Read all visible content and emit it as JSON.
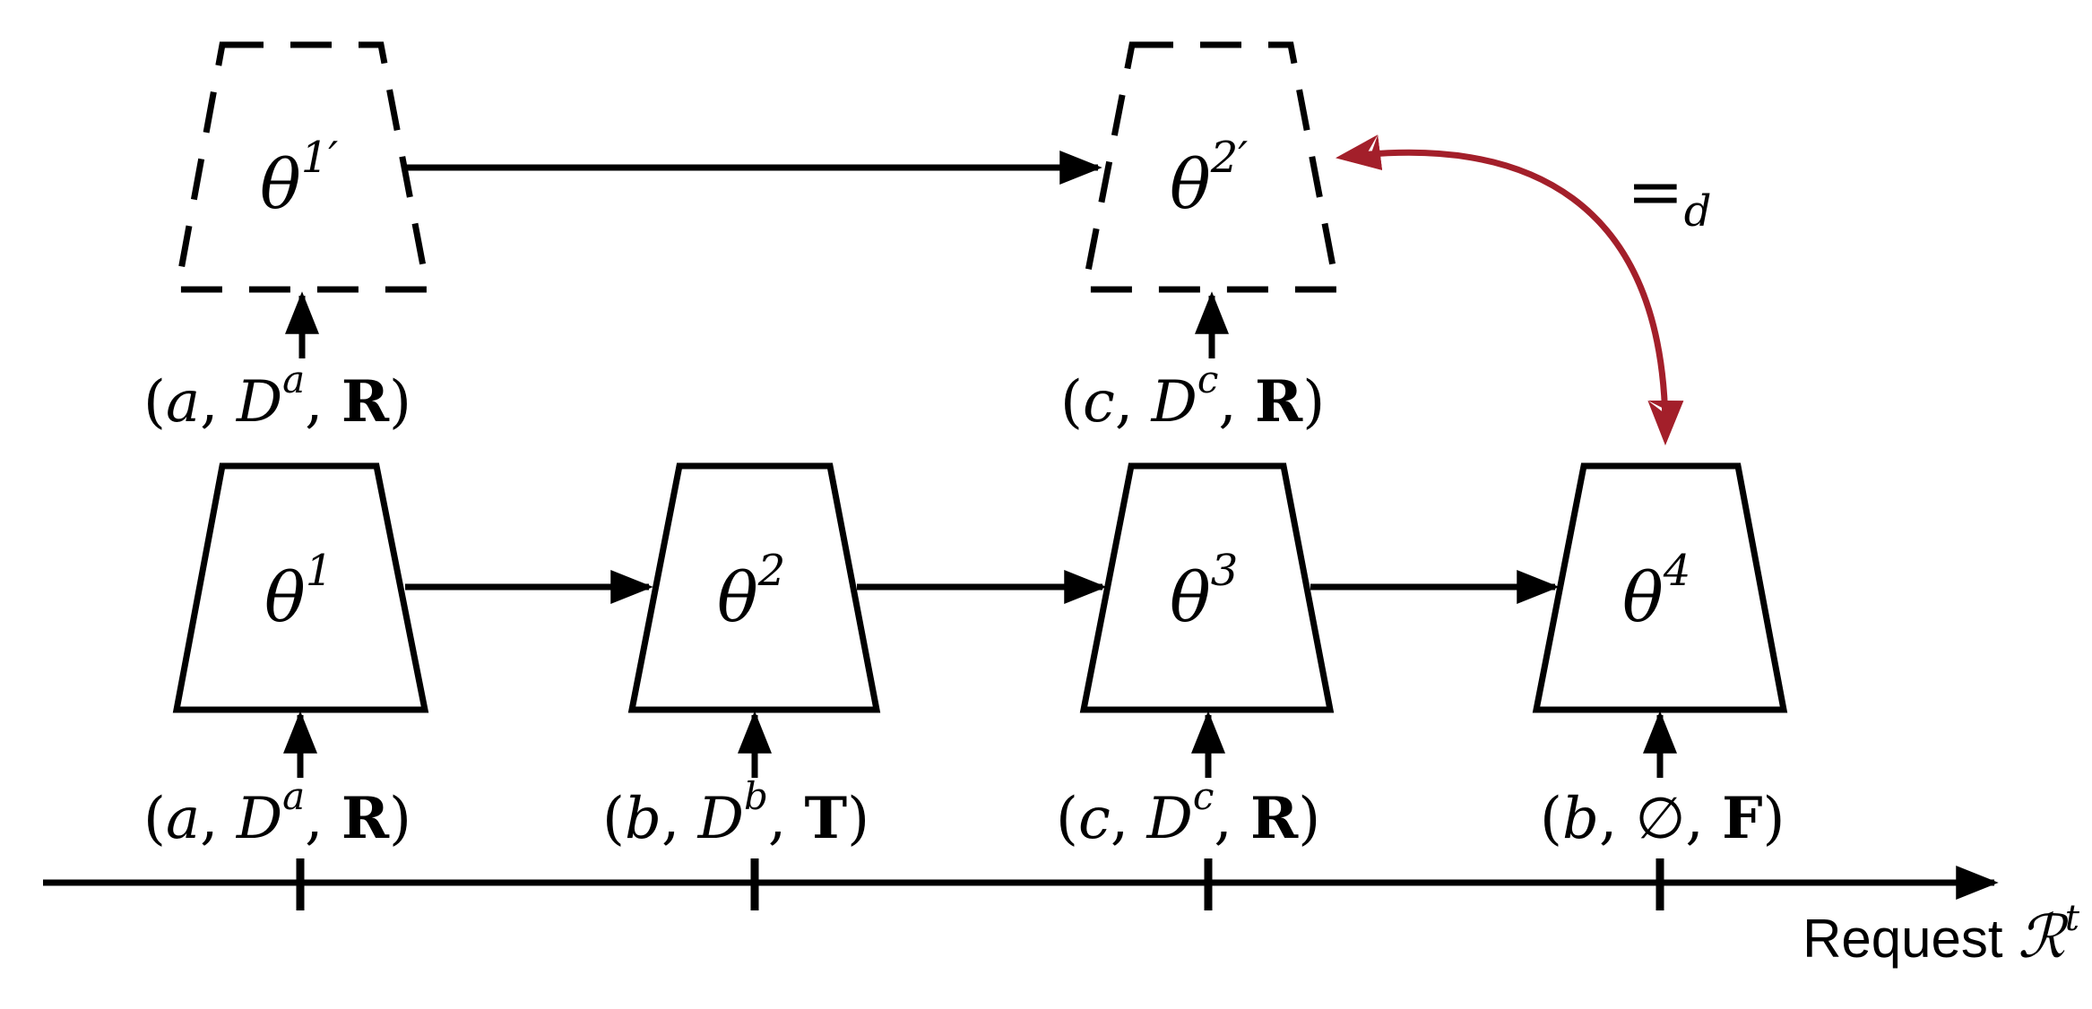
{
  "colors": {
    "ink": "#000000",
    "relation": "#A31F2A"
  },
  "models": [
    {
      "id": "theta1",
      "base": "θ",
      "sup": "1"
    },
    {
      "id": "theta2",
      "base": "θ",
      "sup": "2"
    },
    {
      "id": "theta3",
      "base": "θ",
      "sup": "3"
    },
    {
      "id": "theta4",
      "base": "θ",
      "sup": "4"
    }
  ],
  "shadow_models": [
    {
      "id": "theta1p",
      "base": "θ",
      "sup": "1′"
    },
    {
      "id": "theta2p",
      "base": "θ",
      "sup": "2′"
    }
  ],
  "requests": [
    {
      "open": "(",
      "user": "a",
      "sep1": ", ",
      "data": "D",
      "data_sup": "a",
      "sep2": ", ",
      "flag": "R",
      "close": ")"
    },
    {
      "open": "(",
      "user": "b",
      "sep1": ", ",
      "data": "D",
      "data_sup": "b",
      "sep2": ", ",
      "flag": "T",
      "close": ")"
    },
    {
      "open": "(",
      "user": "c",
      "sep1": ", ",
      "data": "D",
      "data_sup": "c",
      "sep2": ", ",
      "flag": "R",
      "close": ")"
    },
    {
      "open": "(",
      "user": "b",
      "sep1": ", ",
      "data": "∅",
      "data_sup": "",
      "sep2": ", ",
      "flag": "F",
      "close": ")"
    }
  ],
  "shadow_requests": [
    {
      "open": "(",
      "user": "a",
      "sep1": ", ",
      "data": "D",
      "data_sup": "a",
      "sep2": ", ",
      "flag": "R",
      "close": ")"
    },
    {
      "open": "(",
      "user": "c",
      "sep1": ", ",
      "data": "D",
      "data_sup": "c",
      "sep2": ", ",
      "flag": "R",
      "close": ")"
    }
  ],
  "relation": {
    "symbol": "=",
    "subscript": "d"
  },
  "axis": {
    "label": "Request ",
    "symbol": "ℛ",
    "sup": "t"
  }
}
